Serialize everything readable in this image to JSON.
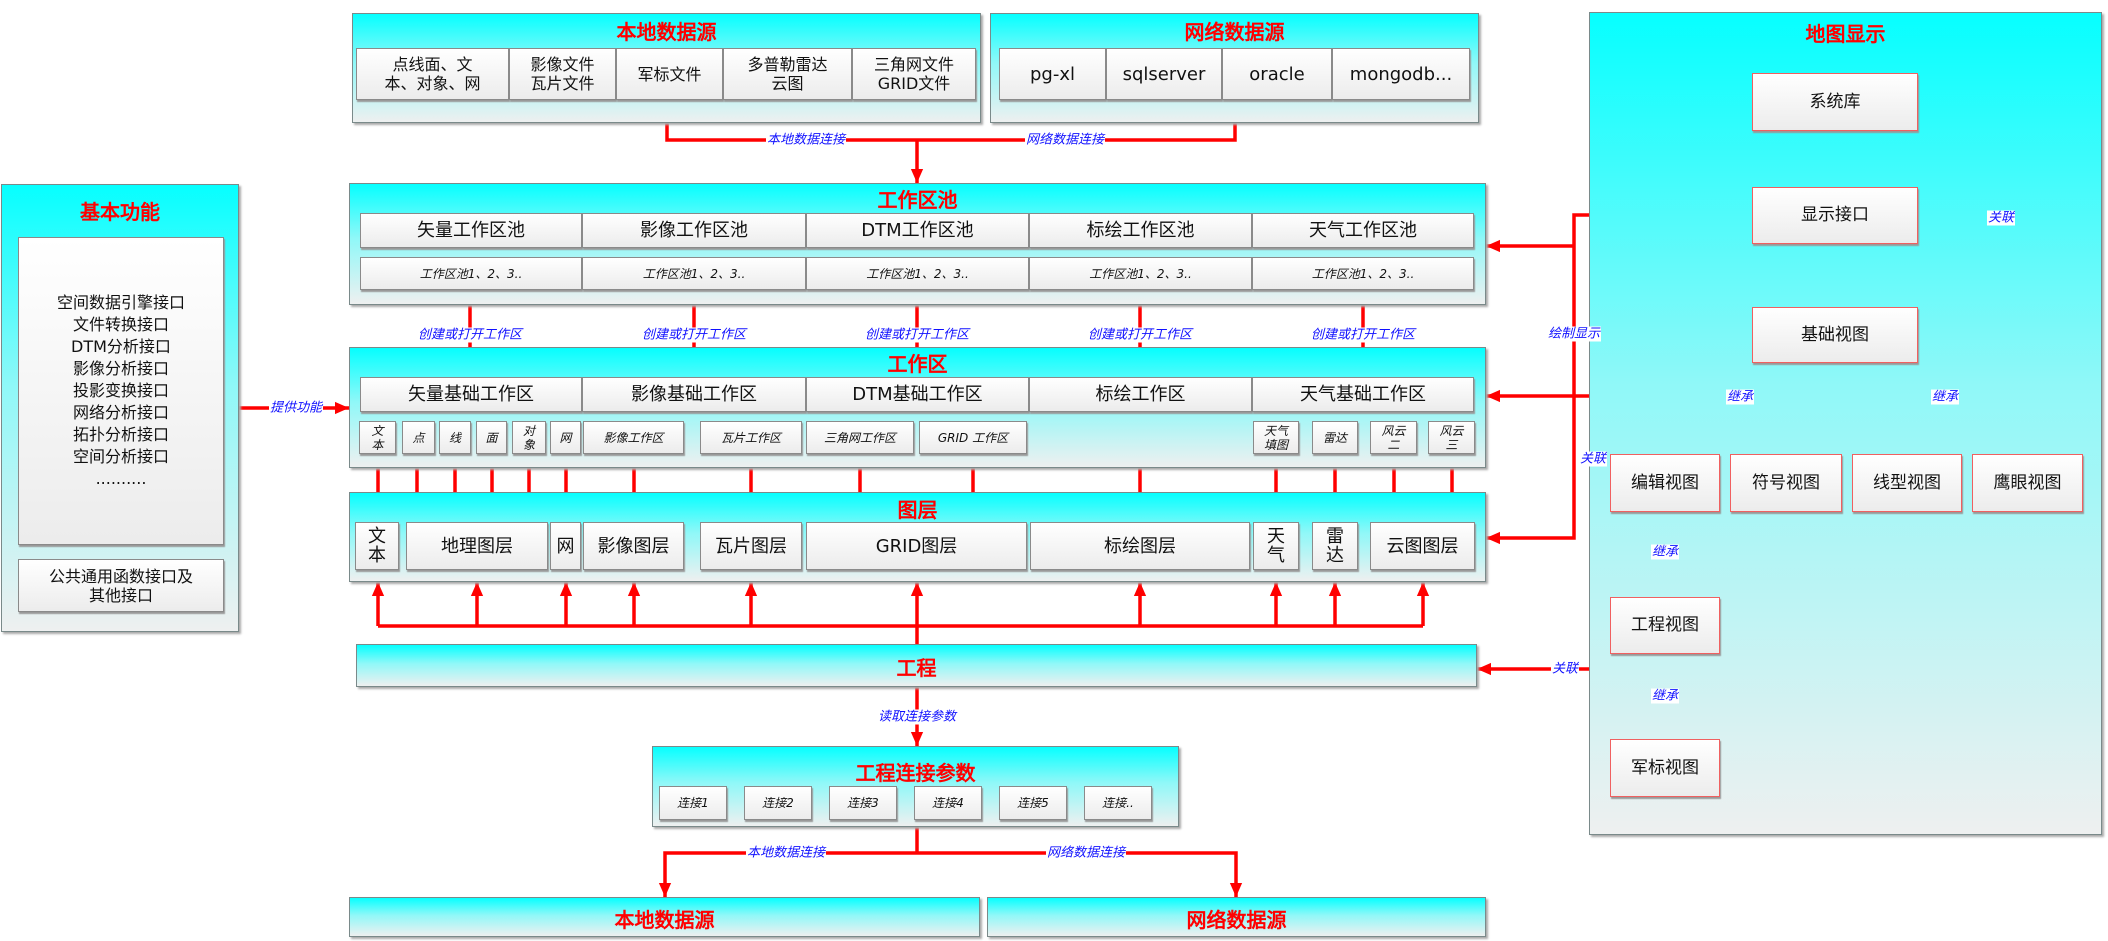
{
  "top_sources": {
    "local": {
      "title": "本地数据源",
      "items": [
        "点线面、文\n本、对象、网",
        "影像文件\n瓦片文件",
        "军标文件",
        "多普勒雷达\n云图",
        "三角网文件\nGRID文件"
      ]
    },
    "network": {
      "title": "网络数据源",
      "items": [
        "pg-xl",
        "sqlserver",
        "oracle",
        "mongodb..."
      ]
    },
    "local_link_label": "本地数据连接",
    "network_link_label": "网络数据连接"
  },
  "workspace_pool": {
    "title": "工作区池",
    "pools": [
      "矢量工作区池",
      "影像工作区池",
      "DTM工作区池",
      "标绘工作区池",
      "天气工作区池"
    ],
    "instances": [
      "工作区池1、2、3..",
      "工作区池1、2、3..",
      "工作区池1、2、3..",
      "工作区池1、2、3..",
      "工作区池1、2、3.."
    ],
    "create_label": "创建或打开工作区"
  },
  "workspace": {
    "title": "工作区",
    "bases": [
      "矢量基础工作区",
      "影像基础工作区",
      "DTM基础工作区",
      "标绘工作区",
      "天气基础工作区"
    ],
    "subs": [
      "文\n本",
      "点",
      "线",
      "面",
      "对\n象",
      "网",
      "影像工作区",
      "瓦片工作区",
      "三角网工作区",
      "GRID 工作区",
      "天气\n填图",
      "雷达",
      "风云\n二",
      "风云\n三"
    ]
  },
  "layers": {
    "title": "图层",
    "items": [
      "文\n本",
      "地理图层",
      "网",
      "影像图层",
      "瓦片图层",
      "GRID图层",
      "标绘图层",
      "天\n气",
      "雷\n达",
      "云图图层"
    ]
  },
  "project": {
    "title": "工程",
    "read_label": "读取连接参数",
    "link_label": "关联"
  },
  "project_params": {
    "title": "工程连接参数",
    "connections": [
      "连接1",
      "连接2",
      "连接3",
      "连接4",
      "连接5",
      "连接.."
    ],
    "local_link_label": "本地数据连接",
    "network_link_label": "网络数据连接"
  },
  "bottom_sources": {
    "local": "本地数据源",
    "network": "网络数据源"
  },
  "basic": {
    "title": "基本功能",
    "list": "空间数据引擎接口\n文件转换接口\nDTM分析接口\n影像分析接口\n投影变换接口\n网络分析接口\n拓扑分析接口\n空间分析接口\n..........",
    "common": "公共通用函数接口及\n其他接口",
    "provide_label": "提供功能"
  },
  "map_display": {
    "title": "地图显示",
    "system_lib": "系统库",
    "display_interface": "显示接口",
    "base_view": "基础视图",
    "views": [
      "编辑视图",
      "符号视图",
      "线型视图",
      "鹰眼视图"
    ],
    "project_view": "工程视图",
    "military_view": "军标视图",
    "assoc_label": "关联",
    "inherit_label": "继承",
    "draw_label": "绘制显示"
  },
  "colors": {
    "arrow": "#ff0000",
    "label": "#1010ff",
    "title": "#ff0000",
    "panel_top": "#06ffff"
  }
}
